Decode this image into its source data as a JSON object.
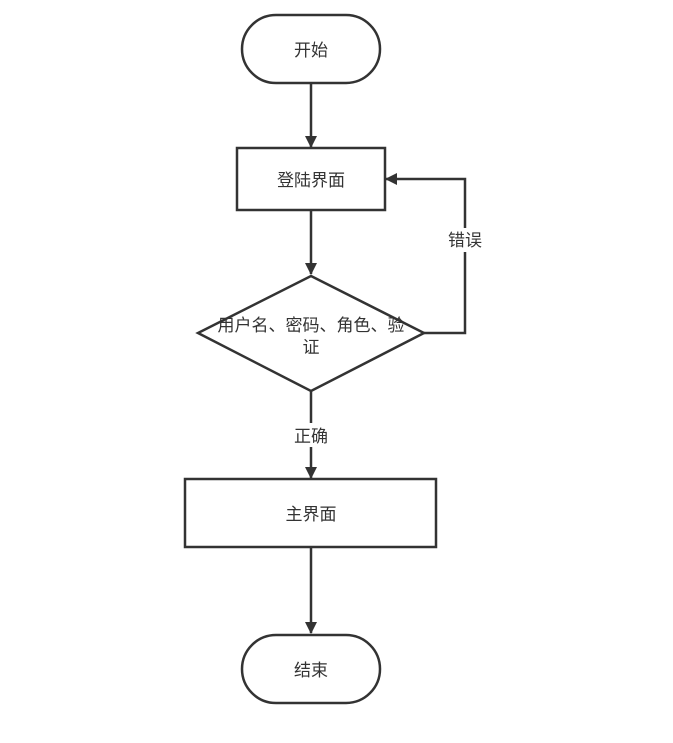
{
  "nodes": {
    "start": "开始",
    "login": "登陆界面",
    "verify_line1": "用户名、密码、角色、验",
    "verify_line2": "证",
    "main": "主界面",
    "end": "结束"
  },
  "edges": {
    "error": "错误",
    "correct": "正确"
  },
  "colors": {
    "stroke": "#333333",
    "fill": "#ffffff"
  }
}
